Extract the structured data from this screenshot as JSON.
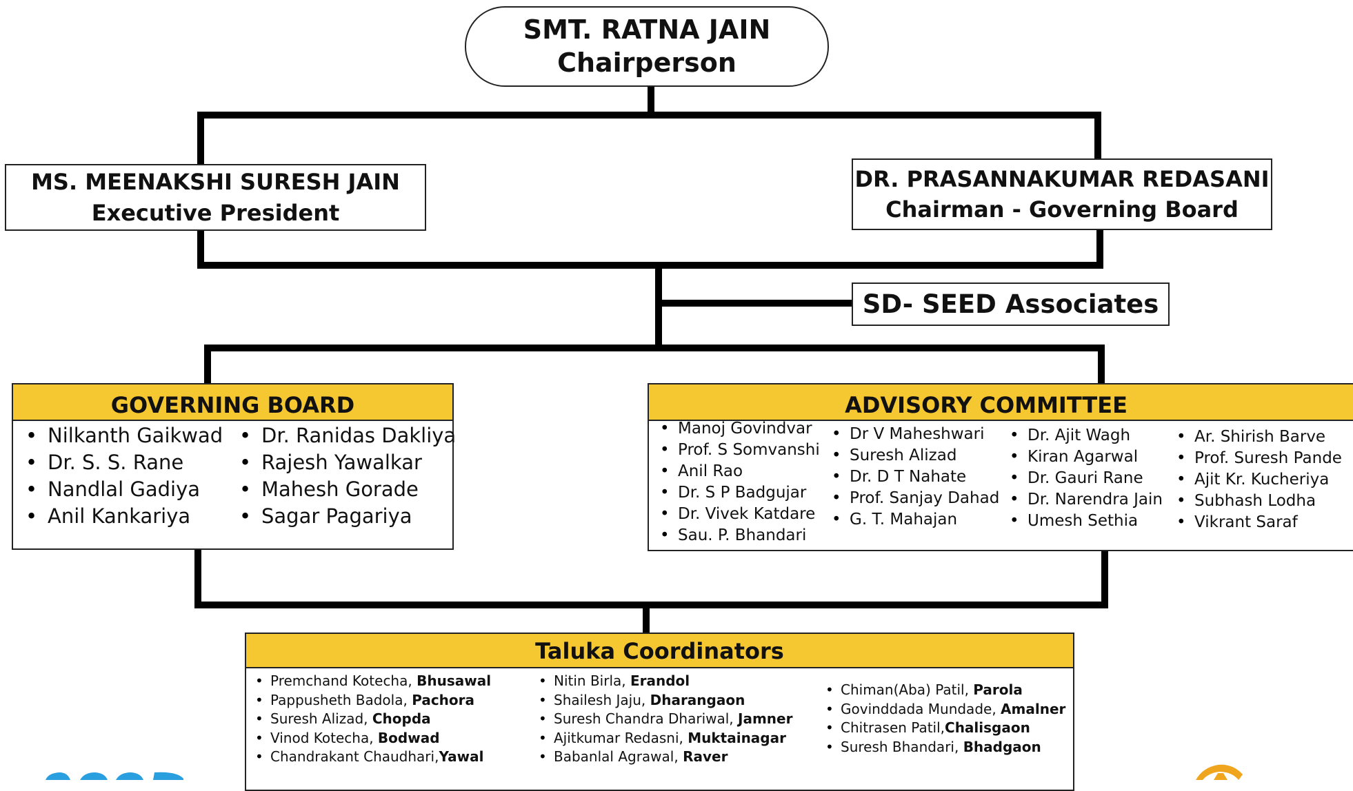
{
  "chairperson": {
    "name": "SMT. RATNA JAIN",
    "role": "Chairperson"
  },
  "executive_president": {
    "name": "MS. MEENAKSHI SURESH JAIN",
    "role": "Executive President"
  },
  "chairman": {
    "name": "DR. PRASANNAKUMAR REDASANI",
    "role": "Chairman - Governing Board"
  },
  "associates": {
    "label": "SD- SEED Associates"
  },
  "governing_board": {
    "title": "GOVERNING BOARD",
    "columns": [
      [
        "Nilkanth Gaikwad",
        "Dr. S. S. Rane",
        "Nandlal Gadiya",
        "Anil Kankariya"
      ],
      [
        "Dr. Ranidas Dakliya",
        "Rajesh Yawalkar",
        "Mahesh Gorade",
        "Sagar Pagariya"
      ]
    ]
  },
  "advisory_committee": {
    "title": "ADVISORY COMMITTEE",
    "columns": [
      [
        "Manoj Govindvar",
        "Prof. S Somvanshi",
        "Anil Rao",
        "Dr. S P Badgujar",
        "Dr. Vivek Katdare",
        "Sau. P. Bhandari"
      ],
      [
        "Dr V Maheshwari",
        "Suresh Alizad",
        "Dr. D T Nahate",
        "Prof. Sanjay Dahad",
        "G. T. Mahajan"
      ],
      [
        "Dr. Ajit Wagh",
        "Kiran Agarwal",
        "Dr. Gauri Rane",
        "Dr. Narendra Jain",
        "Umesh Sethia"
      ],
      [
        "Ar. Shirish Barve",
        "Prof. Suresh Pande",
        "Ajit Kr. Kucheriya",
        "Subhash Lodha",
        "Vikrant Saraf"
      ]
    ]
  },
  "taluka_coordinators": {
    "title": "Taluka Coordinators",
    "columns": [
      [
        {
          "name": "Premchand Kotecha, ",
          "place": "Bhusawal"
        },
        {
          "name": "Pappusheth Badola, ",
          "place": "Pachora"
        },
        {
          "name": "Suresh Alizad, ",
          "place": "Chopda"
        },
        {
          "name": "Vinod Kotecha, ",
          "place": "Bodwad"
        },
        {
          "name": "Chandrakant Chaudhari,",
          "place": "Yawal"
        }
      ],
      [
        {
          "name": "Nitin Birla, ",
          "place": "Erandol"
        },
        {
          "name": "Shailesh Jaju, ",
          "place": "Dharangaon"
        },
        {
          "name": "Suresh Chandra Dhariwal, ",
          "place": "Jamner"
        },
        {
          "name": "Ajitkumar Redasni, ",
          "place": "Muktainagar"
        },
        {
          "name": "Babanlal Agrawal, ",
          "place": "Raver"
        }
      ],
      [
        {
          "name": "Chiman(Aba) Patil, ",
          "place": "Parola"
        },
        {
          "name": "Govinddada Mundade, ",
          "place": "Amalner"
        },
        {
          "name": "Chitrasen Patil,",
          "place": "Chalisgaon"
        },
        {
          "name": "Suresh Bhandari, ",
          "place": "Bhadgaon"
        }
      ]
    ]
  },
  "colors": {
    "header_yellow": "#f5c731",
    "line": "#000000",
    "logo_left": "#2a9fe0",
    "logo_right": "#f0a51e"
  }
}
